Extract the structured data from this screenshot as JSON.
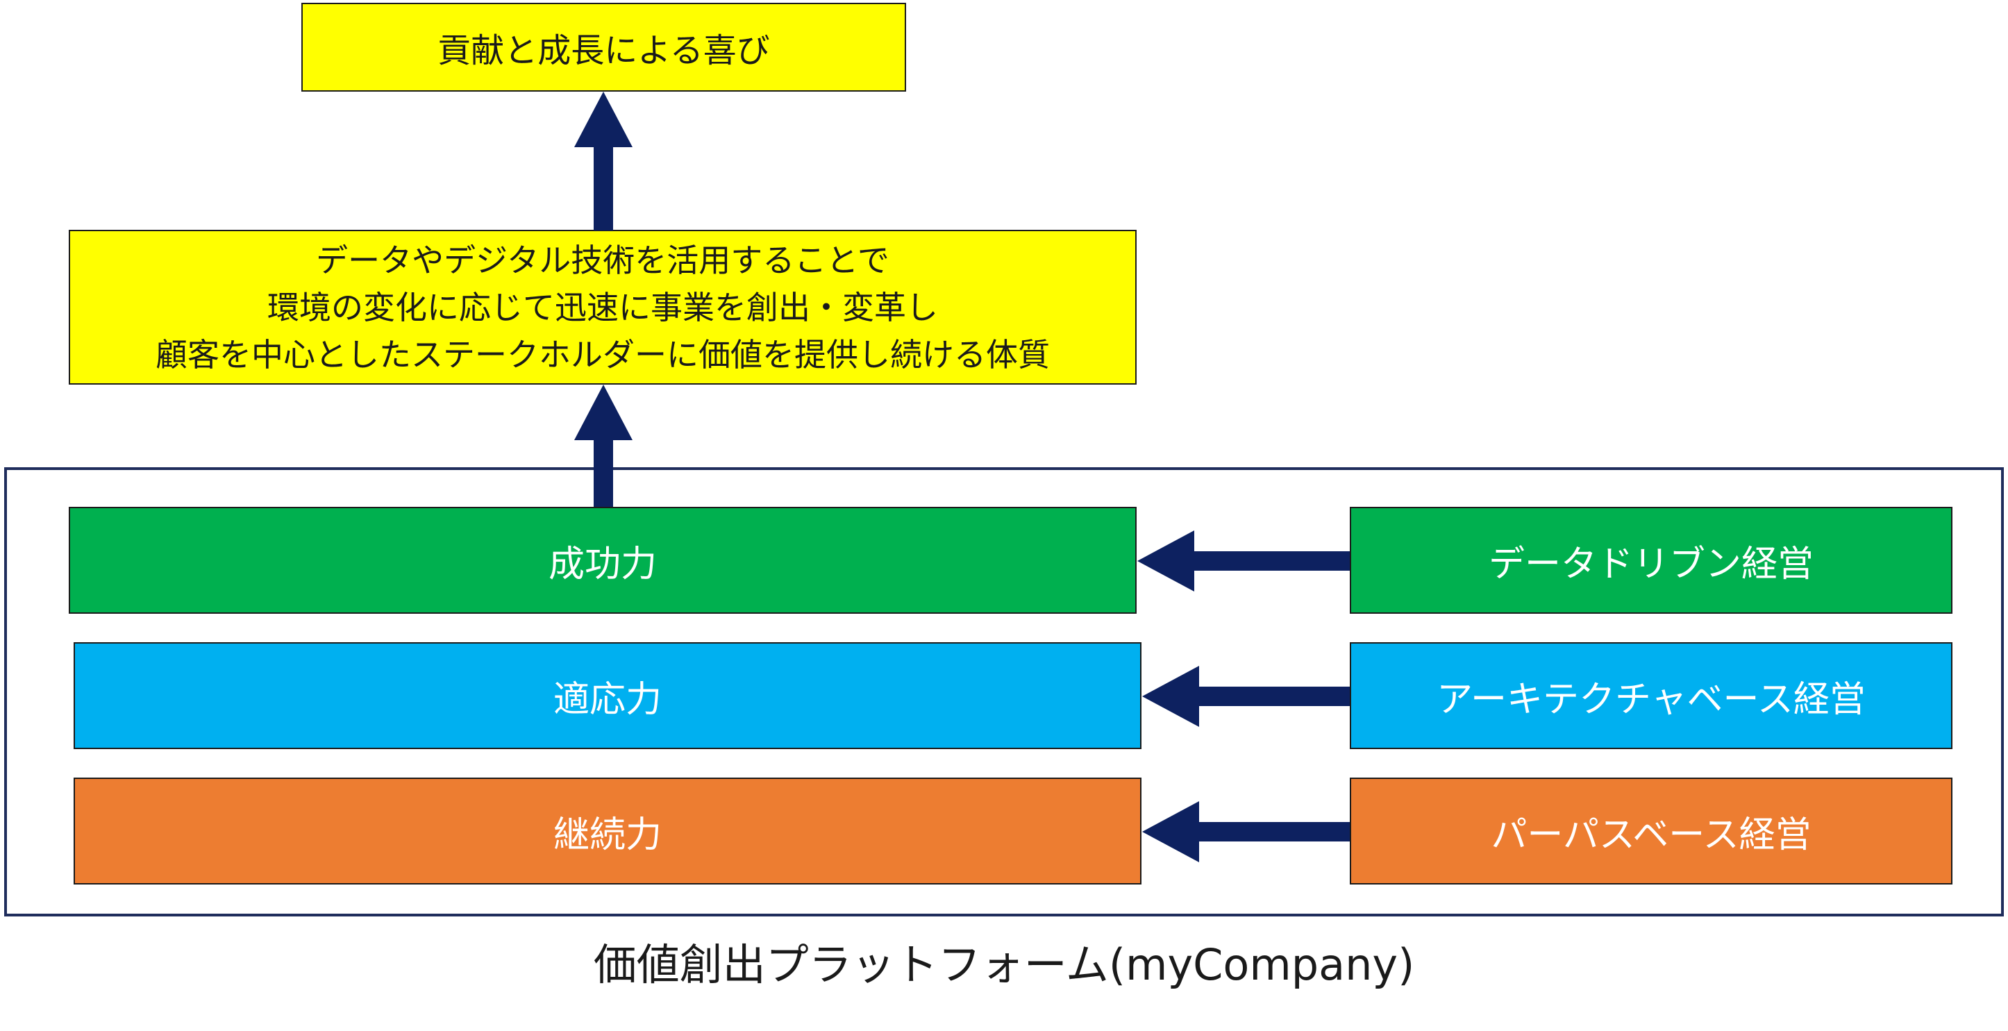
{
  "goal": {
    "label": "貢献と成長による喜び"
  },
  "culture": {
    "lines": [
      "データやデジタル技術を活用することで",
      "環境の変化に応じて迅速に事業を創出・変革し",
      "顧客を中心としたステークホルダーに価値を提供し続ける体質"
    ]
  },
  "capabilities": [
    {
      "label": "成功力",
      "color": "#00b04f"
    },
    {
      "label": "適応力",
      "color": "#00b0f0"
    },
    {
      "label": "継続力",
      "color": "#ed7d31"
    }
  ],
  "management_styles": [
    {
      "label": "データドリブン経営",
      "color": "#00b04f"
    },
    {
      "label": "アーキテクチャベース経営",
      "color": "#00b0f0"
    },
    {
      "label": "パーパスベース経営",
      "color": "#ed7d31"
    }
  ],
  "platform": {
    "label": "価値創出プラットフォーム(myCompany)",
    "frame_color": "#1f2d5c"
  },
  "arrow_color": "#0d2160"
}
